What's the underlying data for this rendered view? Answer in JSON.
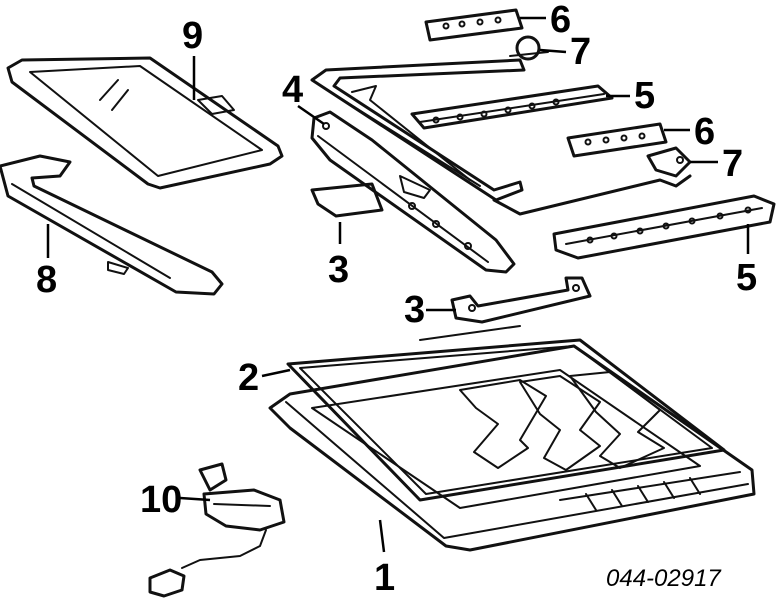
{
  "diagram": {
    "callouts": {
      "c9": "9",
      "c8": "8",
      "c4": "4",
      "c3a": "3",
      "c3b": "3",
      "c6a": "6",
      "c7a": "7",
      "c5a": "5",
      "c6b": "6",
      "c7b": "7",
      "c5b": "5",
      "c2": "2",
      "c1": "1",
      "c10": "10"
    },
    "part_number": "044-02917"
  }
}
